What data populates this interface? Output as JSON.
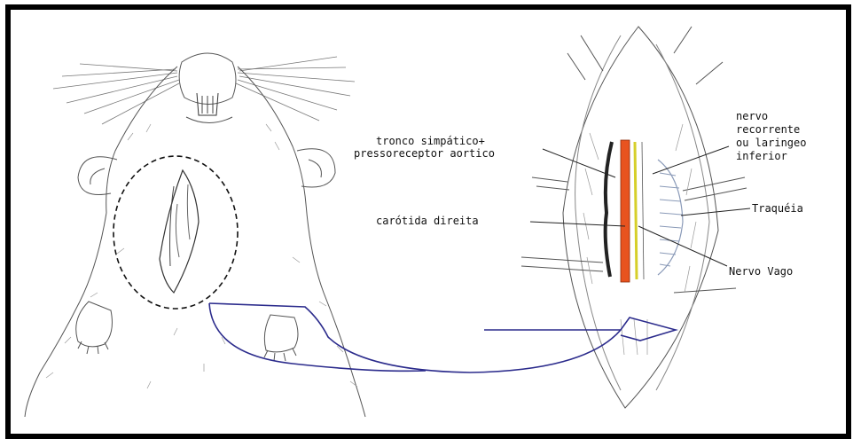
{
  "labels": {
    "tronco_line1": "tronco simpático+",
    "tronco_line2": "pressoreceptor aortico",
    "nervo_line1": "nervo",
    "nervo_line2": "recorrente",
    "nervo_line3": "ou laringeo",
    "nervo_line4": "inferior",
    "traqueia": "Traquéia",
    "carotida": "carótida direita",
    "vago": "Nervo Vago"
  },
  "colors": {
    "border": "#000000",
    "carotid": "#e8531f",
    "vagus": "#d6cf2a",
    "sympathetic": "#222222",
    "arrow": "#2b2b8c",
    "sketch": "#555555",
    "trachea": "#8a9ab8"
  }
}
